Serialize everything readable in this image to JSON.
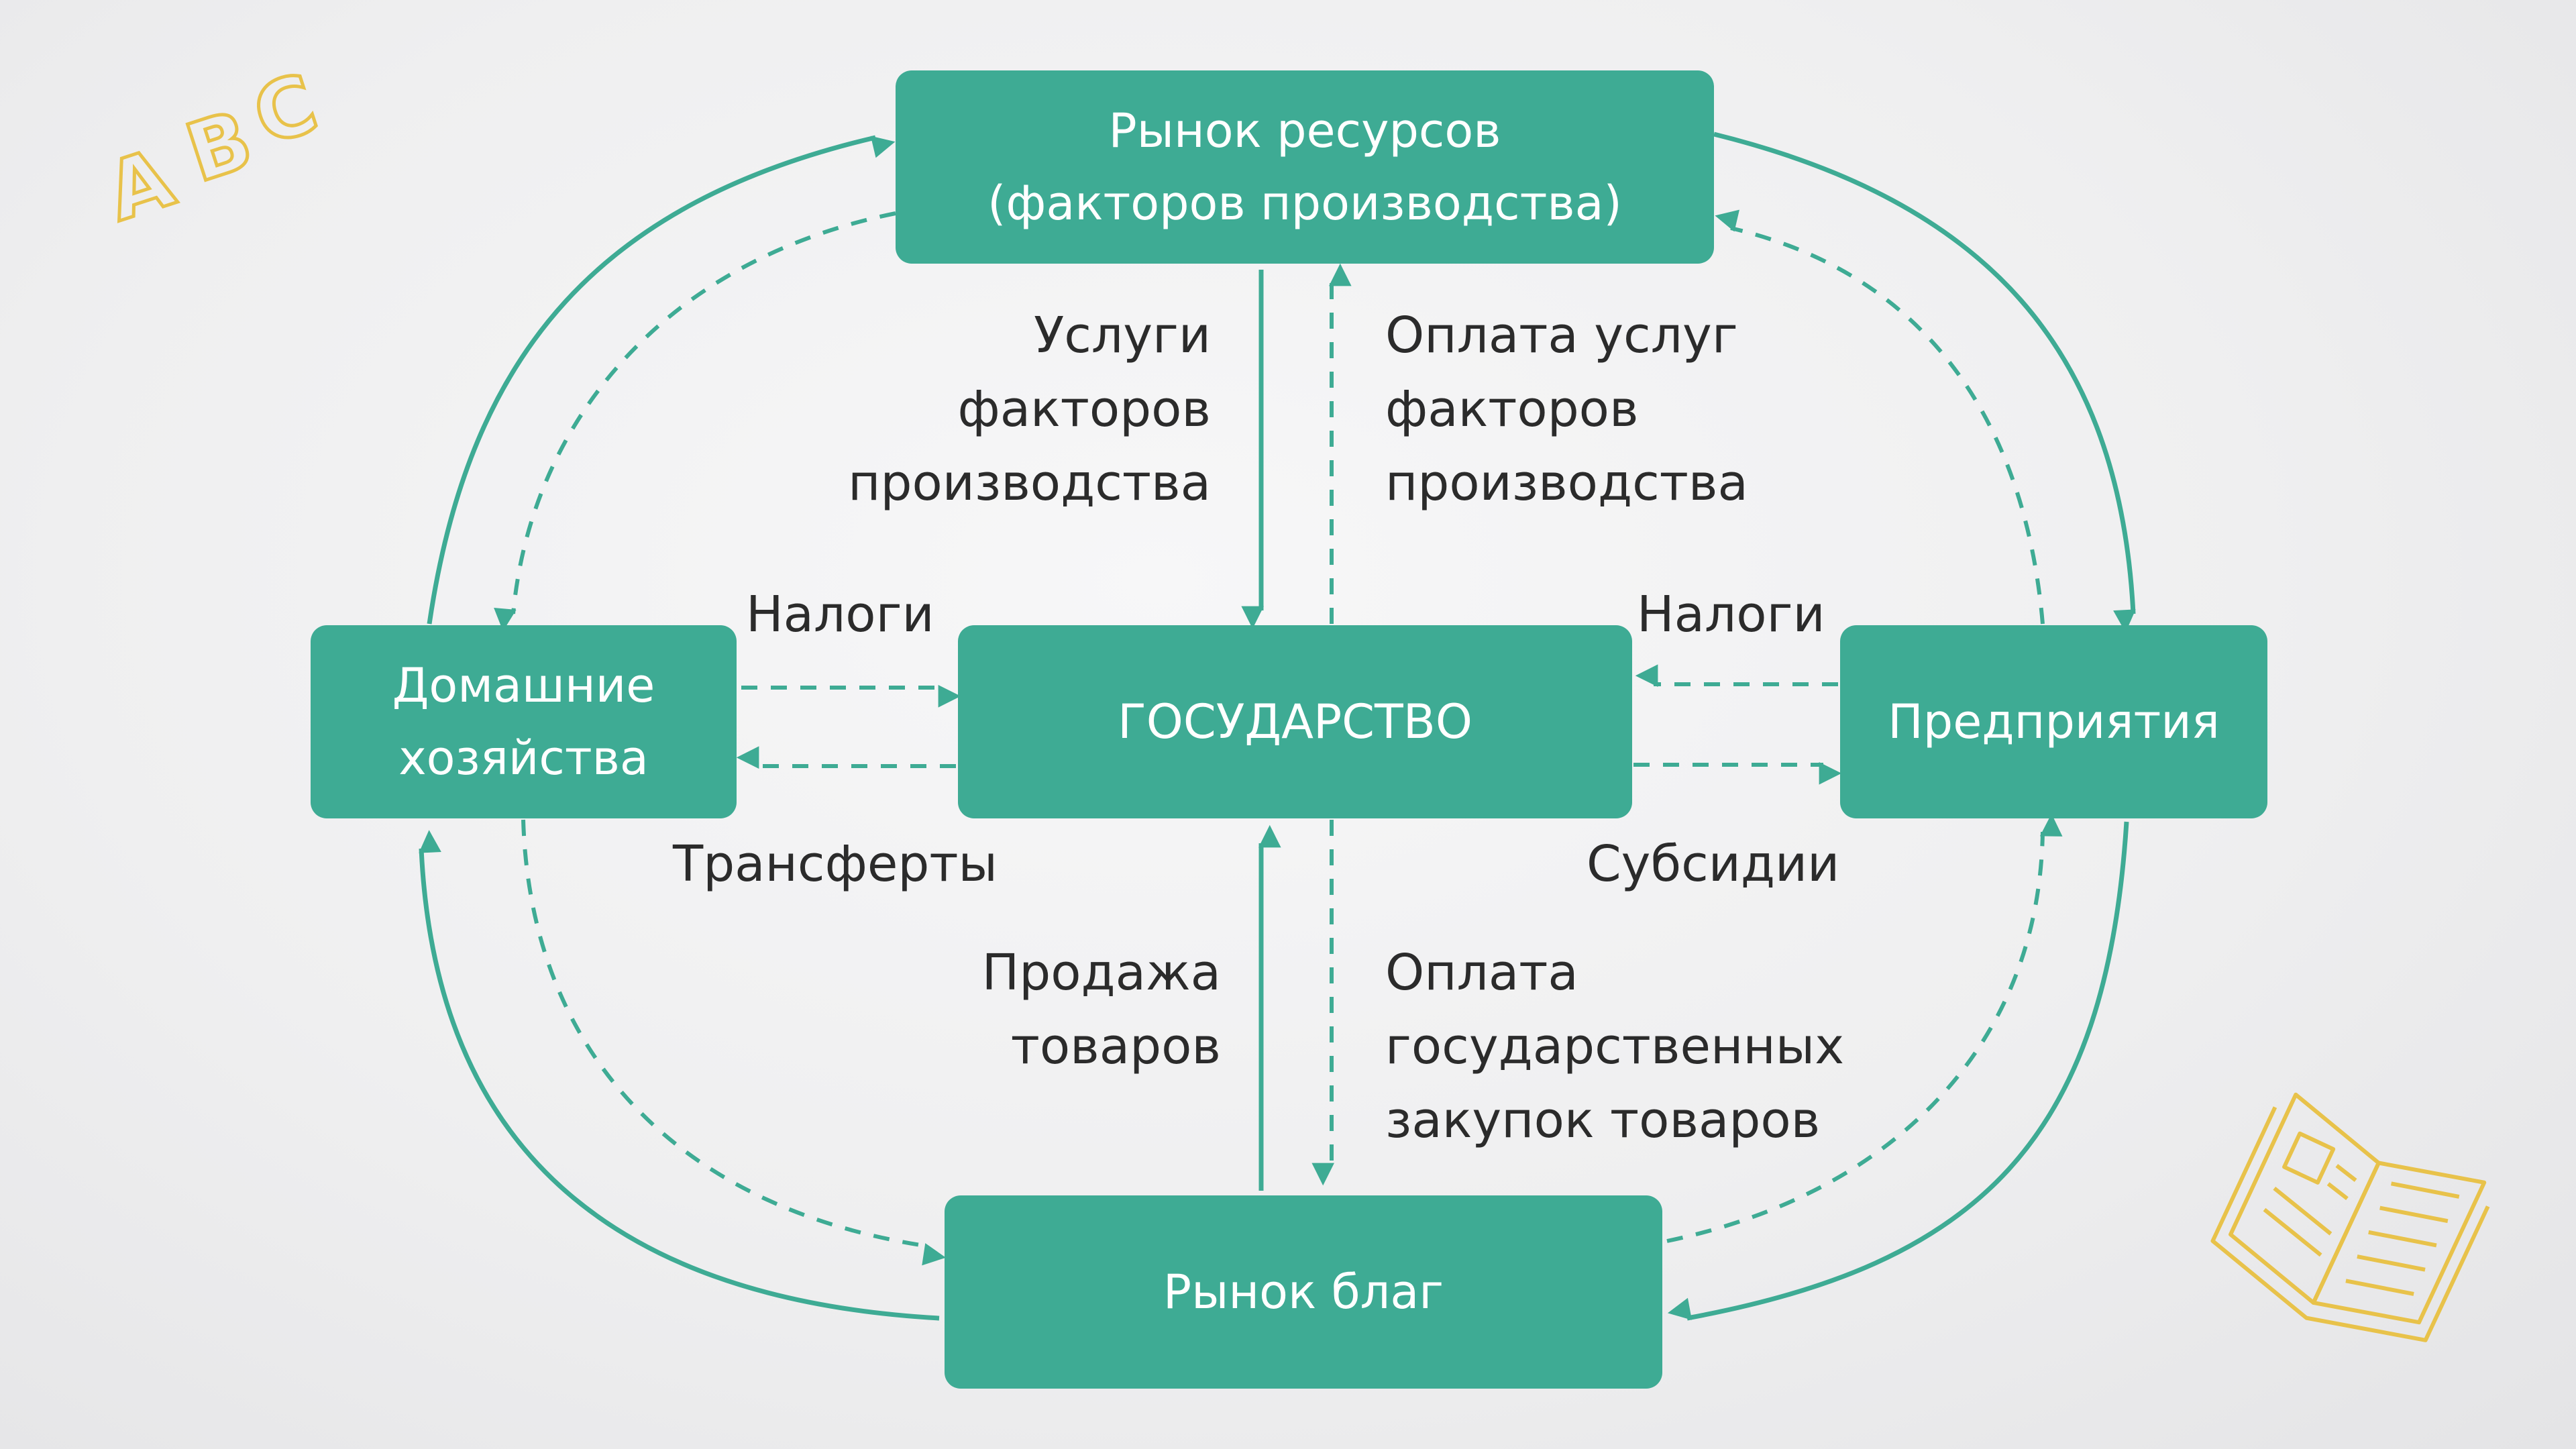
{
  "nodes": {
    "resources_market": {
      "lines": [
        "Рынок ресурсов",
        "(факторов производства)"
      ]
    },
    "households": {
      "lines": [
        "Домашние",
        "хозяйства"
      ]
    },
    "state": {
      "lines": [
        "ГОСУДАРСТВО"
      ]
    },
    "firms": {
      "lines": [
        "Предприятия"
      ]
    },
    "goods_market": {
      "lines": [
        "Рынок благ"
      ]
    }
  },
  "labels": {
    "factor_services": [
      "Услуги",
      "факторов",
      "производства"
    ],
    "factor_payment": [
      "Оплата услуг",
      "факторов",
      "производства"
    ],
    "taxes_households": "Налоги",
    "taxes_firms": "Налоги",
    "transfers": "Трансферты",
    "subsidies": "Субсидии",
    "goods_sale": [
      "Продажа",
      "товаров"
    ],
    "gov_procurement": [
      "Оплата",
      "государственных",
      "закупок товаров"
    ]
  },
  "decor": {
    "abc_letters": [
      "A",
      "B",
      "C"
    ],
    "book_icon": "open-book-icon"
  },
  "colors": {
    "accent": "#3eab94",
    "decor": "#e8c24a",
    "text": "#2b2b2b"
  }
}
